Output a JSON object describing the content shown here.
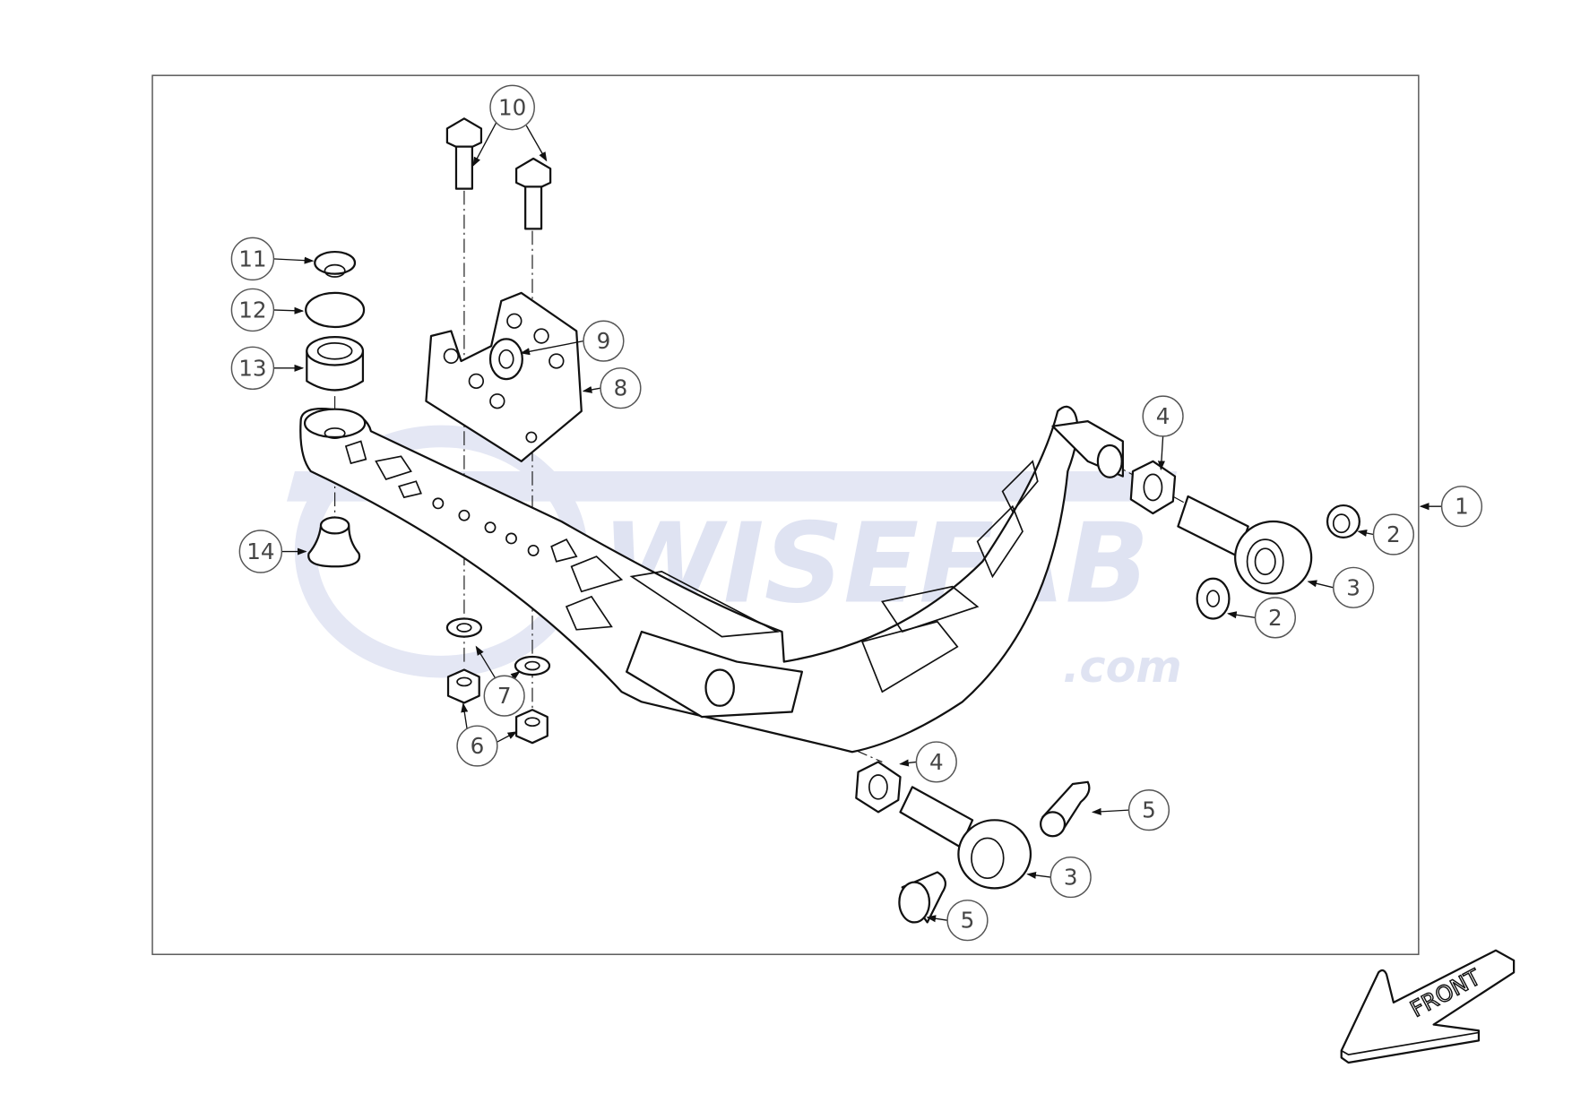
{
  "drawing": {
    "title": "Exploded parts diagram",
    "watermark": {
      "brand": "WISEFAB",
      "suffix": ".com"
    },
    "front_arrow_label": "FRONT",
    "balloons": [
      {
        "id": "10",
        "label": "10"
      },
      {
        "id": "11",
        "label": "11"
      },
      {
        "id": "12",
        "label": "12"
      },
      {
        "id": "13",
        "label": "13"
      },
      {
        "id": "9",
        "label": "9"
      },
      {
        "id": "8",
        "label": "8"
      },
      {
        "id": "4a",
        "label": "4"
      },
      {
        "id": "1",
        "label": "1"
      },
      {
        "id": "2a",
        "label": "2"
      },
      {
        "id": "3a",
        "label": "3"
      },
      {
        "id": "2b",
        "label": "2"
      },
      {
        "id": "14",
        "label": "14"
      },
      {
        "id": "7",
        "label": "7"
      },
      {
        "id": "6",
        "label": "6"
      },
      {
        "id": "4b",
        "label": "4"
      },
      {
        "id": "5a",
        "label": "5"
      },
      {
        "id": "3b",
        "label": "3"
      },
      {
        "id": "5b",
        "label": "5"
      }
    ]
  }
}
